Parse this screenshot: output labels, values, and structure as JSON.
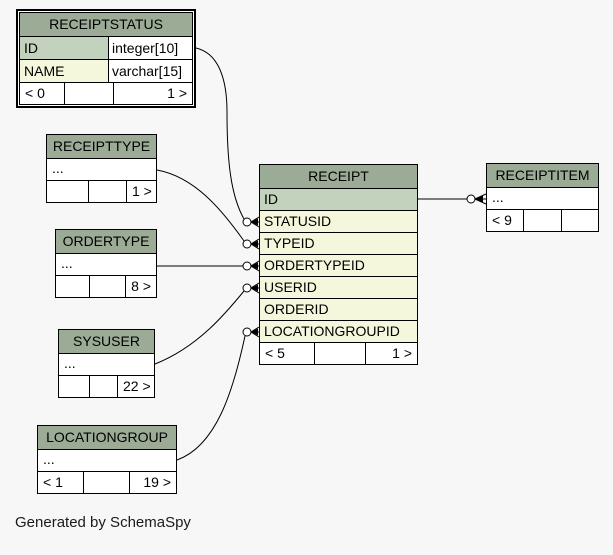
{
  "page": {
    "credit": "Generated by SchemaSpy",
    "background": "#f7f7f7"
  },
  "colors": {
    "header_bg": "#9bab96",
    "primary_key_bg": "#c3d2bd",
    "indexed_bg": "#f4f7dc",
    "cell_bg": "#ffffff",
    "border": "#000000",
    "page_bg": "#f7f7f7"
  },
  "tables": {
    "receiptstatus": {
      "title": "RECEIPTSTATUS",
      "columns": [
        {
          "name": "ID",
          "type": "integer[10]"
        },
        {
          "name": "NAME",
          "type": "varchar[15]"
        }
      ],
      "footer": {
        "left": "< 0",
        "middle": "",
        "right": "1 >"
      }
    },
    "receipttype": {
      "title": "RECEIPTTYPE",
      "more": "...",
      "footer": {
        "left": "",
        "middle": "",
        "right": "1 >"
      }
    },
    "ordertype": {
      "title": "ORDERTYPE",
      "more": "...",
      "footer": {
        "left": "",
        "middle": "",
        "right": "8 >"
      }
    },
    "sysuser": {
      "title": "SYSUSER",
      "more": "...",
      "footer": {
        "left": "",
        "middle": "",
        "right": "22 >"
      }
    },
    "locationgroup": {
      "title": "LOCATIONGROUP",
      "more": "...",
      "footer": {
        "left": "< 1",
        "middle": "",
        "right": "19 >"
      }
    },
    "receipt": {
      "title": "RECEIPT",
      "columns": [
        {
          "name": "ID"
        },
        {
          "name": "STATUSID"
        },
        {
          "name": "TYPEID"
        },
        {
          "name": "ORDERTYPEID"
        },
        {
          "name": "USERID"
        },
        {
          "name": "ORDERID"
        },
        {
          "name": "LOCATIONGROUPID"
        }
      ],
      "footer": {
        "left": "< 5",
        "middle": "",
        "right": "1 >"
      }
    },
    "receiptitem": {
      "title": "RECEIPTITEM",
      "more": "...",
      "footer": {
        "left": "< 9",
        "middle": "",
        "right": ""
      }
    }
  },
  "relationships": [
    {
      "parent": "RECEIPTSTATUS.ID",
      "child": "RECEIPT.STATUSID"
    },
    {
      "parent": "RECEIPTTYPE",
      "child": "RECEIPT.TYPEID"
    },
    {
      "parent": "ORDERTYPE",
      "child": "RECEIPT.ORDERTYPEID"
    },
    {
      "parent": "SYSUSER",
      "child": "RECEIPT.USERID"
    },
    {
      "parent": "LOCATIONGROUP",
      "child": "RECEIPT.LOCATIONGROUPID"
    },
    {
      "parent": "RECEIPT.ID",
      "child": "RECEIPTITEM"
    }
  ]
}
